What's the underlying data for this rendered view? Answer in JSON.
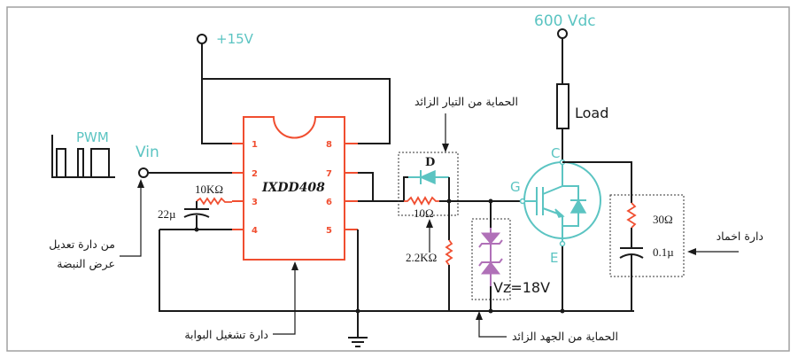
{
  "title": "IGBT gate drive circuit with IXDD408 driver",
  "colors": {
    "wire": "#1a1a1a",
    "ic_outline": "#f04e30",
    "resistor": "#f04e30",
    "igbt_and_labels": "#5bc4c2",
    "zener": "#b070b8",
    "frame": "#a0a0a0"
  },
  "supply": {
    "low_voltage": "+15V",
    "high_voltage": "600  Vdc"
  },
  "input": {
    "pwm_label": "PWM",
    "vin_label": "Vin"
  },
  "driver_ic": {
    "name": "IXDD408",
    "pins_left": [
      "1",
      "2",
      "3",
      "4"
    ],
    "pins_right": [
      "8",
      "7",
      "6",
      "5"
    ]
  },
  "components": {
    "input_resistor": "10KΩ",
    "input_capacitor": "22µ",
    "gate_diode": "D",
    "gate_resistor": "10Ω",
    "gate_pulldown_resistor": "2.2KΩ",
    "zener": "Vz=18V",
    "load": "Load",
    "igbt_collector": "C",
    "igbt_gate": "G",
    "igbt_emitter": "E",
    "snubber_resistor": "30Ω",
    "snubber_capacitor": "0.1µ"
  },
  "annotations": {
    "pwm_source_line1": "من دارة تعديل",
    "pwm_source_line2": "عرض النبضة",
    "gate_drive": "دارة تشغيل البوابة",
    "overcurrent_protection": "الحماية من التيار الزائد",
    "overvoltage_protection": "الحماية من الجهد الزائد",
    "snubber": "دارة اخماد"
  },
  "icons": {
    "ground": "ground-icon",
    "terminal": "open-terminal-icon",
    "igbt": "igbt-icon",
    "zener": "zener-diode-icon",
    "diode": "diode-icon"
  }
}
